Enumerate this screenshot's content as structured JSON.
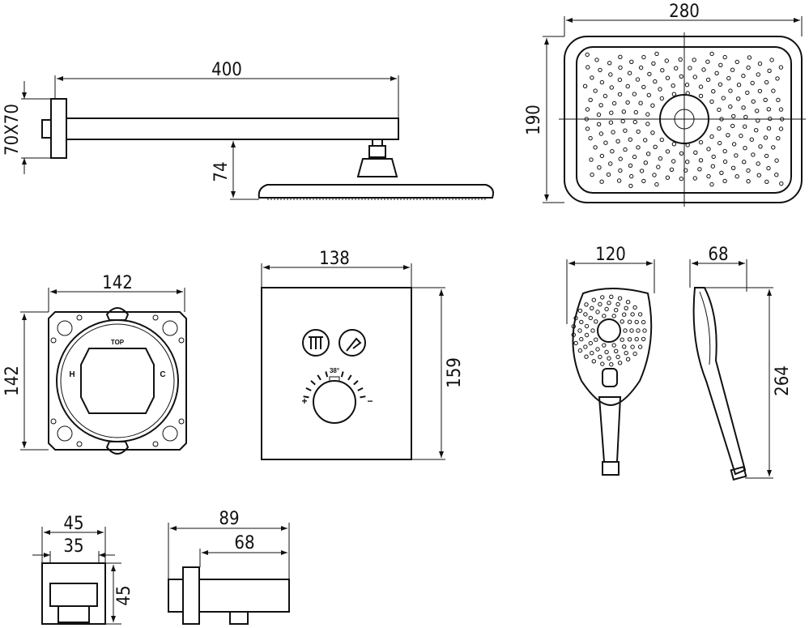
{
  "dimensions": {
    "arm_length": "400",
    "arm_section": "70X70",
    "head_drop": "74",
    "head_width": "280",
    "head_depth": "190",
    "valve_width": "142",
    "valve_height": "142",
    "plate_width": "138",
    "plate_height": "159",
    "hand_width": "120",
    "hand_depth": "68",
    "hand_length": "264",
    "outlet_outer": "45",
    "outlet_inner": "35",
    "outlet_height": "45",
    "spout_length": "89",
    "spout_inner": "68"
  },
  "valve_labels": {
    "top": "TOP",
    "hot": "H",
    "cold": "C"
  },
  "thermostat": {
    "temp_mark": "38°",
    "plus": "+",
    "minus": "−"
  }
}
